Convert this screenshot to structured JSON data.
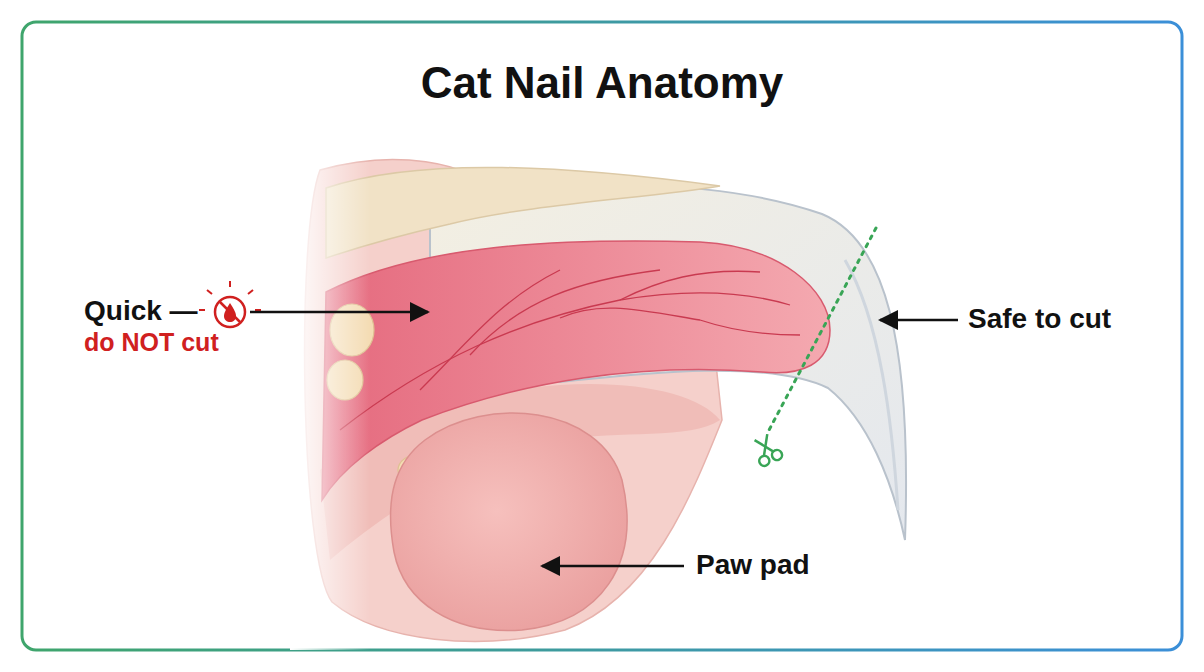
{
  "diagram": {
    "title": "Cat Nail Anatomy",
    "labels": [
      "Quick —",
      "do NOT cut",
      "Safe to cut",
      "Paw pad"
    ]
  }
}
